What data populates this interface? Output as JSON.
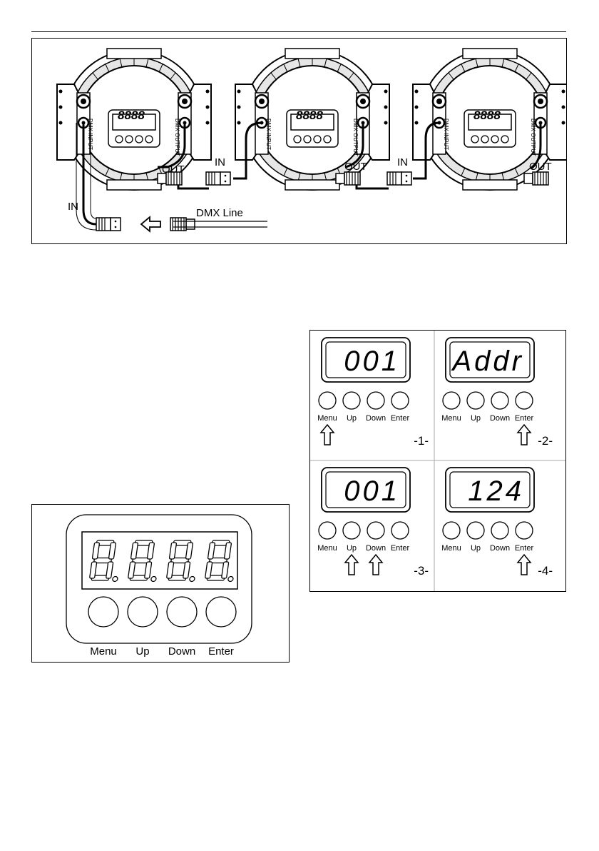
{
  "chain": {
    "fixtures": [
      {
        "panel_left": "DMX INPUT",
        "panel_right": "DMX OUTPUT",
        "display": "8888",
        "out_label": "OUT"
      },
      {
        "panel_left": "DMX INPUT",
        "panel_right": "DMX OUTPUT",
        "display": "8888",
        "in_label": "IN",
        "out_label": "OUT"
      },
      {
        "panel_left": "DMX INPUT",
        "panel_right": "DMX OUTPUT",
        "display": "8888",
        "in_label": "IN",
        "out_label": "OUT"
      }
    ],
    "bottom_in_label": "IN",
    "dmx_line_label": "DMX Line"
  },
  "control_panel": {
    "display_digits": [
      "8",
      "8",
      "8",
      "8"
    ],
    "buttons": [
      "Menu",
      "Up",
      "Down",
      "Enter"
    ]
  },
  "steps": [
    {
      "number": "-1-",
      "display": "001",
      "buttons": [
        "Menu",
        "Up",
        "Down",
        "Enter"
      ],
      "arrows_under": [
        "Menu"
      ]
    },
    {
      "number": "-2-",
      "display": "Addr",
      "buttons": [
        "Menu",
        "Up",
        "Down",
        "Enter"
      ],
      "arrows_under": [
        "Enter"
      ]
    },
    {
      "number": "-3-",
      "display": "001",
      "buttons": [
        "Menu",
        "Up",
        "Down",
        "Enter"
      ],
      "arrows_under": [
        "Up",
        "Down"
      ]
    },
    {
      "number": "-4-",
      "display": "124",
      "buttons": [
        "Menu",
        "Up",
        "Down",
        "Enter"
      ],
      "arrows_under": [
        "Enter"
      ]
    }
  ]
}
